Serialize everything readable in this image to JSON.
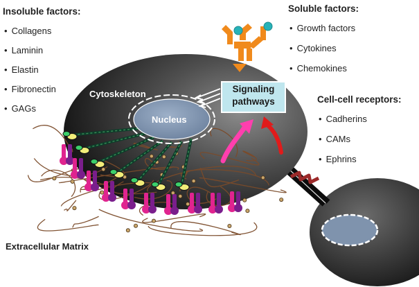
{
  "insoluble": {
    "title": "Insoluble factors:",
    "items": [
      "Collagens",
      "Laminin",
      "Elastin",
      "Fibronectin",
      "GAGs"
    ]
  },
  "soluble": {
    "title": "Soluble factors:",
    "items": [
      "Growth factors",
      "Cytokines",
      "Chemokines"
    ]
  },
  "cellcell": {
    "title": "Cell-cell receptors:",
    "items": [
      "Cadherins",
      "CAMs",
      "Ephrins"
    ]
  },
  "labels": {
    "cytoskeleton": "Cytoskeleton",
    "nucleus": "Nucleus",
    "signaling_line1": "Signaling",
    "signaling_line2": "pathways",
    "ecm": "Extracellular Matrix"
  },
  "bullet": "•",
  "colors": {
    "cell_dark": "#1a1a1a",
    "cell_light": "#7a7a7a",
    "nucleus": "#7f93ad",
    "signaling_box": "#bfe6ee",
    "growth_factor": "#f08a1c",
    "ligand": "#27b2b8",
    "integrin_magenta": "#e0248f",
    "integrin_purple": "#7a1e8c",
    "cytoskeleton": "#0e3d2a",
    "focal_adhesion": "#f2ee7a",
    "fiber": "#7b4b2a",
    "arrow_pink": "#ff3fae",
    "arrow_red": "#e01b1b",
    "cadherin": "#9c2a2a"
  }
}
